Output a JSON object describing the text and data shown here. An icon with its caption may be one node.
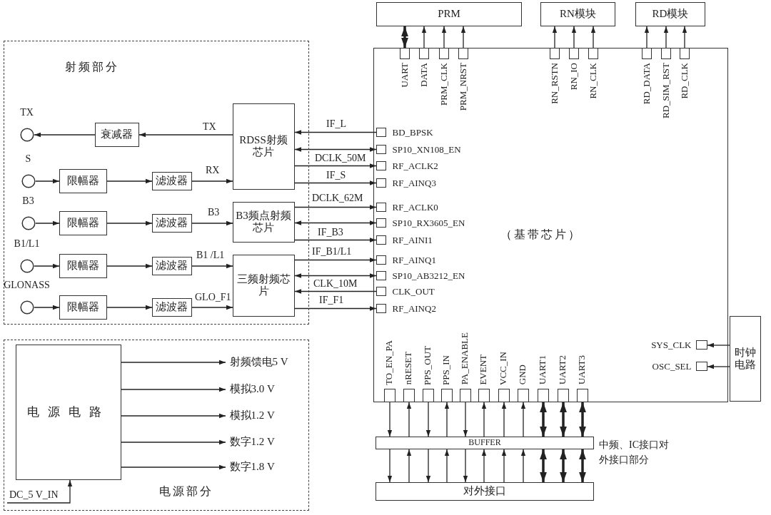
{
  "diagram": {
    "nodes": [
      {
        "text": [
          "射频部分"
        ]
      },
      {
        "text": [],
        "shape": "circle",
        "beside": [
          "TX"
        ],
        "in": 0
      },
      {
        "text": [
          "衰减器"
        ],
        "in": 0
      },
      {
        "text": [
          "RDSS射频芯片"
        ],
        "in": 0
      },
      {
        "text": [],
        "shape": "circle",
        "beside": [
          "S"
        ],
        "in": 0
      },
      {
        "text": [
          "限幅器"
        ],
        "in": 0
      },
      {
        "text": [
          "滤波器"
        ],
        "in": 0
      },
      {
        "text": [],
        "shape": "circle",
        "beside": [
          "B3"
        ],
        "in": 0
      },
      {
        "text": [
          "限幅器"
        ],
        "in": 0
      },
      {
        "text": [
          "滤波器"
        ],
        "in": 0
      },
      {
        "text": [
          "B3频点射频芯片"
        ],
        "in": 0
      },
      {
        "text": [],
        "shape": "circle",
        "beside": [
          "B1/L1"
        ],
        "in": 0
      },
      {
        "text": [
          "限幅器"
        ],
        "in": 0
      },
      {
        "text": [
          "滤波器"
        ],
        "in": 0
      },
      {
        "text": [
          "三频射频芯片"
        ],
        "in": 0
      },
      {
        "text": [],
        "shape": "circle",
        "beside": [
          "GLONASS"
        ],
        "in": 0
      },
      {
        "text": [
          "限幅器"
        ],
        "in": 0
      },
      {
        "text": [
          "滤波器"
        ],
        "in": 0
      },
      {
        "text": [
          "（基带芯片）"
        ]
      },
      {
        "text": [
          "UART"
        ],
        "in": 18
      },
      {
        "text": [
          "DATA"
        ],
        "in": 18
      },
      {
        "text": [
          "PRM_CLK"
        ],
        "in": 18
      },
      {
        "text": [
          "PRM_NRST"
        ],
        "in": 18
      },
      {
        "text": [
          "RN_RSTN"
        ],
        "in": 18
      },
      {
        "text": [
          "RN_IO"
        ],
        "in": 18
      },
      {
        "text": [
          "RN_CLK"
        ],
        "in": 18
      },
      {
        "text": [
          "RD_DATA"
        ],
        "in": 18
      },
      {
        "text": [
          "RD_SIM_RST"
        ],
        "in": 18
      },
      {
        "text": [
          "RD_CLK"
        ],
        "in": 18
      },
      {
        "text": [
          "BD_BPSK"
        ],
        "in": 18
      },
      {
        "text": [
          "SP10_XN108_EN"
        ],
        "in": 18
      },
      {
        "text": [
          "RF_ACLK2"
        ],
        "in": 18
      },
      {
        "text": [
          "RF_AINQ3"
        ],
        "in": 18
      },
      {
        "text": [
          "RF_ACLK0"
        ],
        "in": 18
      },
      {
        "text": [
          "SP10_RX3605_EN"
        ],
        "in": 18
      },
      {
        "text": [
          "RF_AINI1"
        ],
        "in": 18
      },
      {
        "text": [
          "RF_AINQ1"
        ],
        "in": 18
      },
      {
        "text": [
          "SP10_AB3212_EN"
        ],
        "in": 18
      },
      {
        "text": [
          "CLK_OUT"
        ],
        "in": 18
      },
      {
        "text": [
          "RF_AINQ2"
        ],
        "in": 18
      },
      {
        "text": [
          "TO_EN_PA"
        ],
        "in": 18
      },
      {
        "text": [
          "nRESET"
        ],
        "in": 18
      },
      {
        "text": [
          "PPS_OUT"
        ],
        "in": 18
      },
      {
        "text": [
          "PPS_IN"
        ],
        "in": 18
      },
      {
        "text": [
          "PA_ENABLE"
        ],
        "in": 18
      },
      {
        "text": [
          "EVENT"
        ],
        "in": 18
      },
      {
        "text": [
          "VCC_IN"
        ],
        "in": 18
      },
      {
        "text": [
          "GND"
        ],
        "in": 18
      },
      {
        "text": [
          "UART1"
        ],
        "in": 18
      },
      {
        "text": [
          "UART2"
        ],
        "in": 18
      },
      {
        "text": [
          "UART3"
        ],
        "in": 18
      },
      {
        "text": [
          "SYS_CLK"
        ],
        "in": 18
      },
      {
        "text": [
          "OSC_SEL"
        ],
        "in": 18
      },
      {
        "text": [
          "PRM"
        ]
      },
      {
        "text": [
          "RN模块"
        ]
      },
      {
        "text": [
          "RD模块"
        ]
      },
      {
        "text": [
          "时钟电路"
        ]
      },
      {
        "text": [
          "BUFFER"
        ]
      },
      {
        "text": [
          "对外接口"
        ]
      },
      {
        "text": [
          "电源部分"
        ]
      },
      {
        "text": [
          "电源电路"
        ],
        "in": 59
      },
      {
        "text": [
          "射频馈电5 V"
        ],
        "in": 59
      },
      {
        "text": [
          "模拟3.0 V"
        ],
        "in": 59
      },
      {
        "text": [
          "模拟1.2 V"
        ],
        "in": 59
      },
      {
        "text": [
          "数字1.2 V"
        ],
        "in": 59
      },
      {
        "text": [
          "数字1.8 V"
        ],
        "in": 59
      }
    ],
    "edges": [
      {
        "from": 3,
        "to": 2,
        "arrow": "to",
        "label": "TX"
      },
      {
        "from": 2,
        "to": 1,
        "arrow": "to"
      },
      {
        "from": 4,
        "to": 5,
        "arrow": "to"
      },
      {
        "from": 5,
        "to": 6,
        "arrow": "to"
      },
      {
        "from": 6,
        "to": 3,
        "arrow": "to",
        "label": "RX"
      },
      {
        "from": 7,
        "to": 8,
        "arrow": "to"
      },
      {
        "from": 8,
        "to": 9,
        "arrow": "to"
      },
      {
        "from": 9,
        "to": 10,
        "arrow": "to",
        "label": "B3"
      },
      {
        "from": 11,
        "to": 12,
        "arrow": "to"
      },
      {
        "from": 12,
        "to": 13,
        "arrow": "to"
      },
      {
        "from": 13,
        "to": 14,
        "arrow": "to",
        "label": "B1 /L1"
      },
      {
        "from": 15,
        "to": 16,
        "arrow": "to"
      },
      {
        "from": 16,
        "to": 17,
        "arrow": "to"
      },
      {
        "from": 17,
        "to": 14,
        "arrow": "to",
        "label": "GLO_F1"
      },
      {
        "from": 29,
        "to": 3,
        "arrow": "to",
        "label": "IF_L"
      },
      {
        "from": 3,
        "to": 30,
        "arrow": "both"
      },
      {
        "from": 3,
        "to": 31,
        "arrow": "to",
        "label": "DCLK_50M"
      },
      {
        "from": 3,
        "to": 32,
        "arrow": "to",
        "label": "IF_S"
      },
      {
        "from": 10,
        "to": 33,
        "arrow": "to",
        "label": "DCLK_62M"
      },
      {
        "from": 10,
        "to": 34,
        "arrow": "both"
      },
      {
        "from": 10,
        "to": 35,
        "arrow": "to",
        "label": "IF_B3"
      },
      {
        "from": 14,
        "to": 36,
        "arrow": "to",
        "label": "IF_B1/L1"
      },
      {
        "from": 14,
        "to": 37,
        "arrow": "both"
      },
      {
        "from": 38,
        "to": 14,
        "arrow": "to",
        "label": "CLK_10M"
      },
      {
        "from": 14,
        "to": 39,
        "arrow": "to",
        "label": "IF_F1"
      },
      {
        "from": 19,
        "to": 53,
        "arrow": "both",
        "style": "thick"
      },
      {
        "from": 20,
        "to": 53,
        "arrow": "to"
      },
      {
        "from": 21,
        "to": 53,
        "arrow": "to"
      },
      {
        "from": 22,
        "to": 53,
        "arrow": "to"
      },
      {
        "from": 23,
        "to": 54,
        "arrow": "to"
      },
      {
        "from": 24,
        "to": 54,
        "arrow": "to"
      },
      {
        "from": 25,
        "to": 54,
        "arrow": "to"
      },
      {
        "from": 26,
        "to": 55,
        "arrow": "to"
      },
      {
        "from": 27,
        "to": 55,
        "arrow": "to"
      },
      {
        "from": 28,
        "to": 55,
        "arrow": "to"
      },
      {
        "from": 56,
        "to": 51,
        "arrow": "to"
      },
      {
        "from": 56,
        "to": 52,
        "arrow": "to"
      },
      {
        "from": 40,
        "to": 57,
        "arrow": "to"
      },
      {
        "from": 57,
        "to": 41,
        "arrow": "to"
      },
      {
        "from": 42,
        "to": 57,
        "arrow": "to"
      },
      {
        "from": 57,
        "to": 43,
        "arrow": "to"
      },
      {
        "from": 44,
        "to": 57,
        "arrow": "to"
      },
      {
        "from": 57,
        "to": 45,
        "arrow": "to"
      },
      {
        "from": 57,
        "to": 46,
        "arrow": "to"
      },
      {
        "from": 57,
        "to": 47,
        "arrow": "to"
      },
      {
        "from": 48,
        "to": 57,
        "arrow": "both",
        "style": "thick"
      },
      {
        "from": 49,
        "to": 57,
        "arrow": "both",
        "style": "thick"
      },
      {
        "from": 50,
        "to": 57,
        "arrow": "both",
        "style": "thick"
      },
      {
        "from": 57,
        "to": 58,
        "arrow": "to"
      },
      {
        "from": 58,
        "to": 57,
        "arrow": "to"
      },
      {
        "from": 57,
        "to": 58,
        "arrow": "to"
      },
      {
        "from": 58,
        "to": 57,
        "arrow": "to"
      },
      {
        "from": 57,
        "to": 58,
        "arrow": "to"
      },
      {
        "from": 58,
        "to": 57,
        "arrow": "to"
      },
      {
        "from": 58,
        "to": 57,
        "arrow": "to"
      },
      {
        "from": 58,
        "to": 57,
        "arrow": "to"
      },
      {
        "from": 57,
        "to": 58,
        "arrow": "both",
        "style": "thick"
      },
      {
        "from": 57,
        "to": 58,
        "arrow": "both",
        "style": "thick"
      },
      {
        "from": 57,
        "to": 58,
        "arrow": "both",
        "style": "thick"
      },
      {
        "from": 60,
        "to": 61,
        "arrow": "to"
      },
      {
        "from": 60,
        "to": 62,
        "arrow": "to"
      },
      {
        "from": 60,
        "to": 63,
        "arrow": "to"
      },
      {
        "from": 60,
        "to": 64,
        "arrow": "to"
      },
      {
        "from": 60,
        "to": 65,
        "arrow": "to"
      },
      {
        "from": null,
        "to": 60,
        "arrow": "to",
        "label": "DC_5 V_IN"
      }
    ],
    "labels": [
      "中频、IC接口对外接口部分"
    ]
  }
}
